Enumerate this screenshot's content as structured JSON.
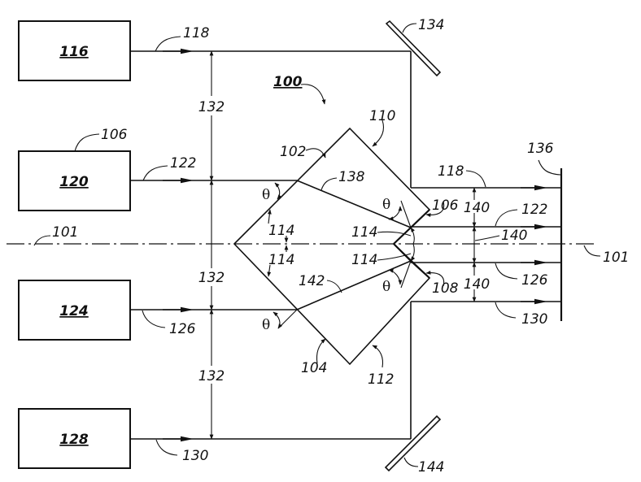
{
  "figure": {
    "system_label": "100",
    "axis_label": "101",
    "angle_symbol": "θ",
    "sources": [
      {
        "id": "116",
        "beam": "118"
      },
      {
        "id": "120",
        "beam": "122",
        "group_label": "106"
      },
      {
        "id": "124",
        "beam": "126"
      },
      {
        "id": "128",
        "beam": "130"
      }
    ],
    "spacing_label_input": "132",
    "spacing_label_output": "140",
    "prism": {
      "faces": {
        "upper_entry": "102",
        "lower_entry": "104",
        "upper_exit": "106",
        "lower_exit": "108",
        "upper_back": "110",
        "lower_back": "112"
      },
      "apex_angle_label": "114",
      "internal_beam_upper": "138",
      "internal_beam_lower": "142"
    },
    "mirror_top": "134",
    "mirror_bottom": "144",
    "target": "136",
    "output_beams": [
      "118",
      "122",
      "126",
      "130"
    ]
  }
}
